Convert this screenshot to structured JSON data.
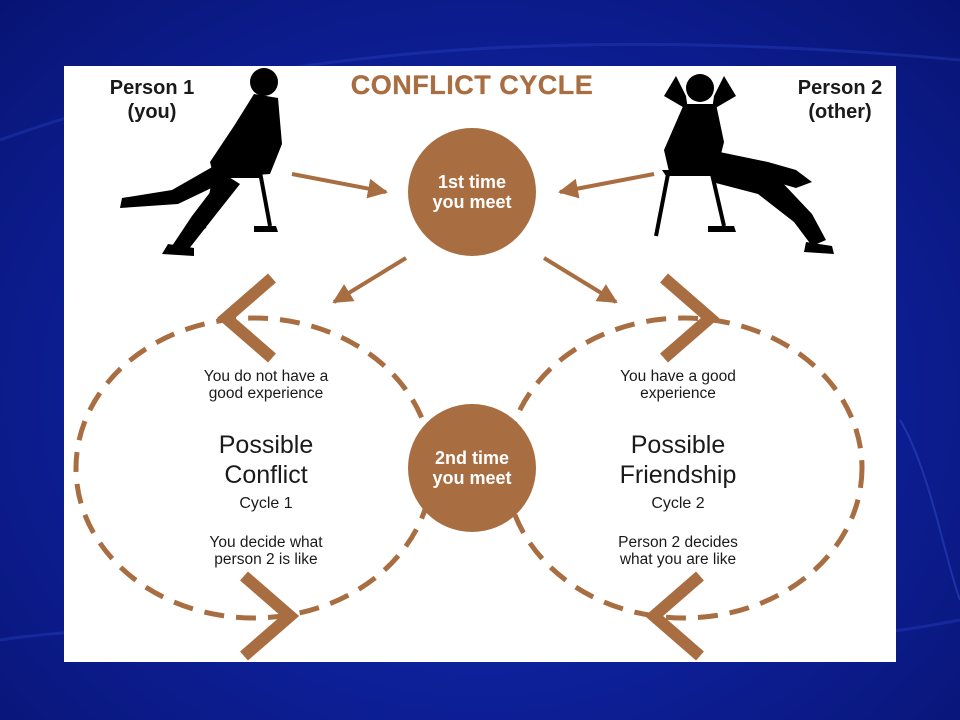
{
  "diagram": {
    "title": "CONFLICT CYCLE",
    "person1": {
      "name": "Person 1",
      "role": "(you)"
    },
    "person2": {
      "name": "Person 2",
      "role": "(other)"
    },
    "meet1": {
      "line1": "1st time",
      "line2": "you meet"
    },
    "meet2": {
      "line1": "2nd time",
      "line2": "you meet"
    },
    "left_cycle": {
      "top_line1": "You do not have a",
      "top_line2": "good experience",
      "name_line1": "Possible",
      "name_line2": "Conflict",
      "cycle_label": "Cycle 1",
      "bottom_line1": "You decide what",
      "bottom_line2": "person 2 is like"
    },
    "right_cycle": {
      "top_line1": "You have a good",
      "top_line2": "experience",
      "name_line1": "Possible",
      "name_line2": "Friendship",
      "cycle_label": "Cycle 2",
      "bottom_line1": "Person 2 decides",
      "bottom_line2": "what you are like"
    },
    "colors": {
      "accent": "#a86e42",
      "background": "#0d1f96",
      "panel": "#ffffff",
      "silhouette": "#000000"
    }
  }
}
